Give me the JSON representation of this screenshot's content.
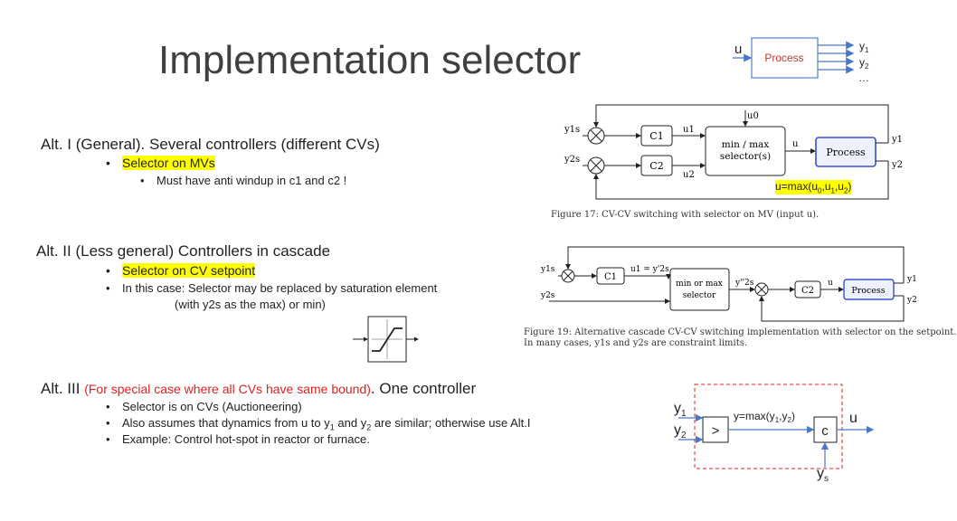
{
  "title": "Implementation selector",
  "top_diagram": {
    "input": "u",
    "block": "Process",
    "outputs": [
      "y",
      "y",
      "…"
    ],
    "output_subs": [
      "1",
      "2"
    ]
  },
  "alt1": {
    "heading": "Alt. I (General). Several controllers (different CVs)",
    "bullet1": "Selector on MVs",
    "sub_bullet": "Must have anti windup in c1 and c2 !"
  },
  "alt2": {
    "heading": "Alt. II (Less general) Controllers in cascade",
    "bullet1": "Selector on CV setpoint",
    "bullet2": "In this case: Selector may be replaced by saturation element",
    "bullet2_cont": "(with y2s as the max) or min)"
  },
  "alt3": {
    "heading_prefix": "Alt. III",
    "heading_note": "(For special case where all CVs have same bound)",
    "heading_suffix": ". One controller",
    "bullet1": "Selector is on CVs   (Auctioneering)",
    "bullet2_parts": [
      "Also assumes that dynamics from u to y",
      "1",
      " and y",
      "2",
      " are similar; otherwise use Alt.I"
    ],
    "bullet3": "Example: Control hot-spot in reactor or furnace."
  },
  "fig17": {
    "labels": {
      "y1s": "y1s",
      "y2s": "y2s",
      "c1": "C1",
      "c2": "C2",
      "u1": "u1",
      "u2": "u2",
      "u0": "u0",
      "selector_line1": "min / max",
      "selector_line2": "selector(s)",
      "u": "u",
      "process": "Process",
      "y1": "y1",
      "y2": "y2"
    },
    "annotation_parts": [
      "u=max(u",
      "0",
      ",u",
      "1",
      ",u",
      "2",
      ")"
    ],
    "caption": "Figure 17:  CV-CV switching with selector on MV (input u)."
  },
  "fig19": {
    "labels": {
      "y1s": "y1s",
      "y2s": "y2s",
      "c1": "C1",
      "u1": "u1 = y'2s",
      "sel1": "min or max",
      "sel2": "selector",
      "y2s2": "y''2s",
      "c2": "C2",
      "u": "u",
      "process": "Process",
      "y1": "y1",
      "y2": "y2"
    },
    "caption1": "Figure 19:  Alternative cascade CV-CV switching implementation with selector on the setpoint.",
    "caption2": "In many cases, y1s and y2s are constraint limits."
  },
  "alt3_diagram": {
    "y1": "y",
    "y2": "y",
    "sub1": "1",
    "sub2": "2",
    "selector": ">",
    "controller": "c",
    "u": "u",
    "ys": "y",
    "ys_sub": "s",
    "label_parts": [
      "y=max(y",
      "1",
      ",y",
      "2",
      ")"
    ]
  },
  "colors": {
    "process_border": "#5b7bd5",
    "arrow_blue": "#4a78c8",
    "highlight": "#ffff00",
    "dashed_red": "#e02020",
    "note_red": "#e02020"
  }
}
